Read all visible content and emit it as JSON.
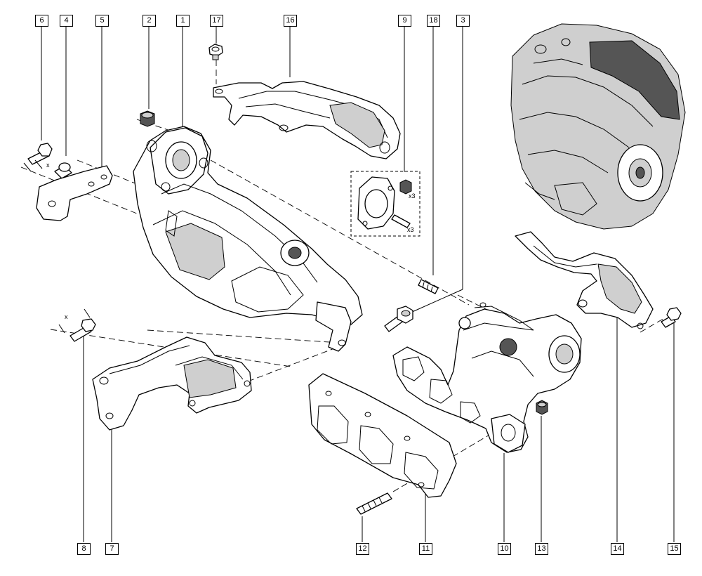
{
  "callouts": {
    "c1": "1",
    "c2": "2",
    "c3": "3",
    "c4": "4",
    "c5": "5",
    "c6": "6",
    "c7": "7",
    "c8": "8",
    "c9": "9",
    "c10": "10",
    "c11": "11",
    "c12": "12",
    "c13": "13",
    "c14": "14",
    "c15": "15",
    "c16": "16",
    "c17": "17",
    "c18": "18"
  },
  "annotations": {
    "x": "x",
    "qty3": "x3"
  }
}
